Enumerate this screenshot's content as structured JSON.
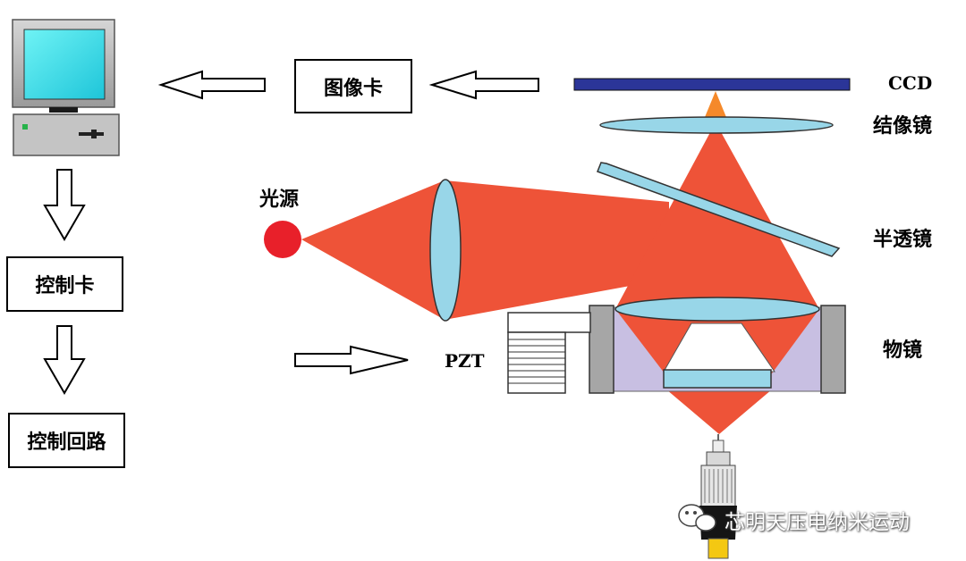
{
  "labels": {
    "ccd": "CCD",
    "imaging_lens": "结像镜",
    "half_mirror": "半透镜",
    "objective": "物镜",
    "light_source": "光源",
    "pzt": "PZT"
  },
  "boxes": {
    "image_card": "图像卡",
    "control_card": "控制卡",
    "control_loop": "控制回路"
  },
  "watermark": {
    "text": "芯明天压电纳米运动"
  },
  "colors": {
    "beam": "#ee5338",
    "lens": "#98d6e8",
    "ccd_bar": "#2b3598",
    "housing": "#c8bfe2",
    "source": "#e8202a"
  },
  "icons": [
    "computer-icon",
    "wechat-icon"
  ]
}
